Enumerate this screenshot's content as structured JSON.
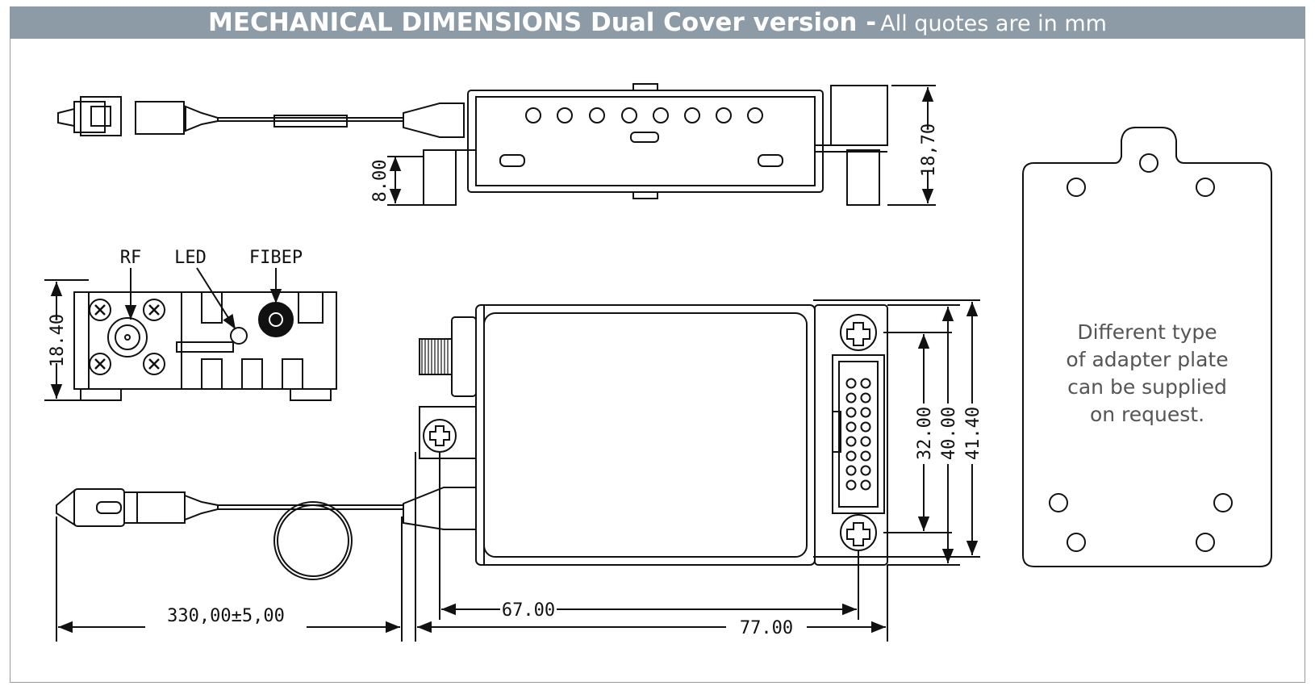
{
  "header": {
    "title_bold": "MECHANICAL DIMENSIONS Dual Cover version -",
    "title_note": "All quotes are in mm"
  },
  "labels": {
    "rf": "RF",
    "led": "LED",
    "fibep": "FIBEP"
  },
  "dimensions": {
    "side_height": "18,70",
    "foot_height": "8.00",
    "front_height": "18.40",
    "hole_spacing": "32.00",
    "plate_height": "40.00",
    "overall_height": "41.40",
    "cable_length": "330,00±5,00",
    "hole_pitch_x": "67.00",
    "overall_length": "77.00"
  },
  "note": {
    "lines": [
      "Different type",
      "of adapter plate",
      "can be supplied",
      "on request."
    ]
  },
  "colors": {
    "header_bg": "#8c9ba6",
    "line": "#111111",
    "note_text": "#555555"
  }
}
